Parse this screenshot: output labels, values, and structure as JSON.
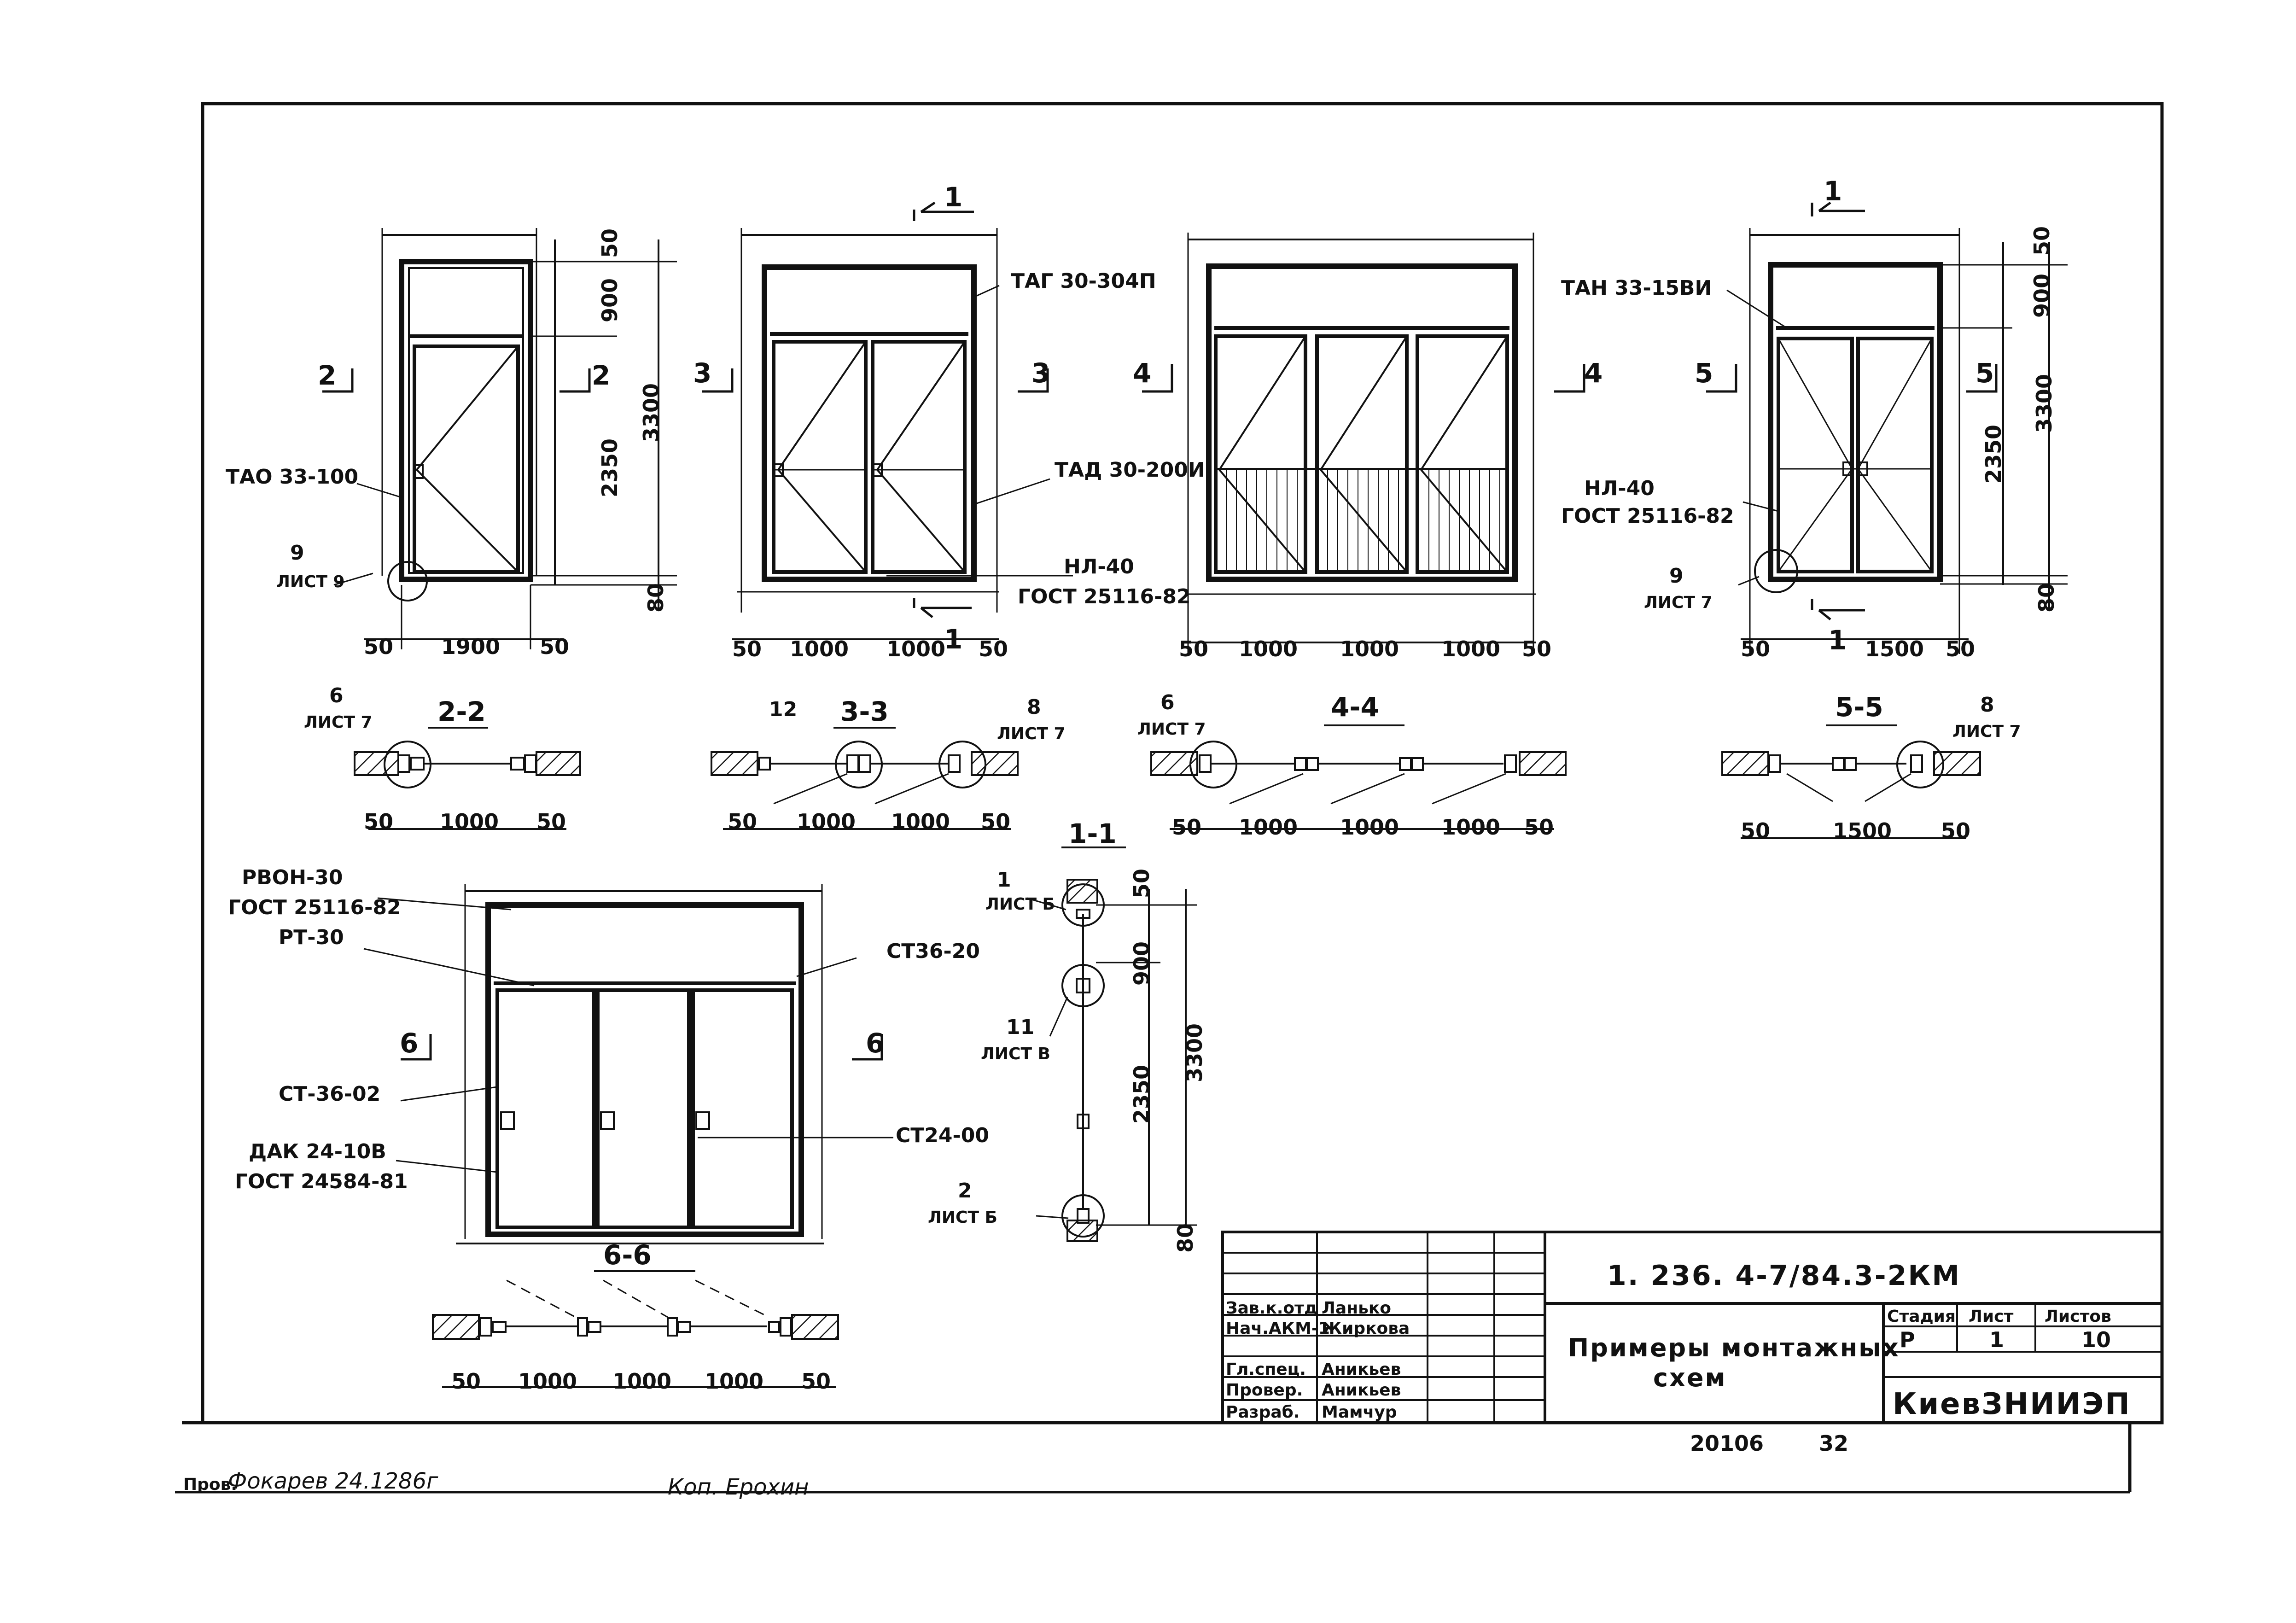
{
  "elevations": [
    {
      "id": "e1",
      "top_dims": [
        "50",
        "900",
        "2350",
        "3300",
        "80"
      ],
      "bottom_dims": [
        "50",
        "1900",
        "50"
      ],
      "section_marks": [
        "2",
        "2"
      ],
      "labels": [
        "ТАО 33-100"
      ],
      "callout": {
        "num": "9",
        "sheet": "ЛИСТ 9"
      }
    },
    {
      "id": "e2",
      "cut_mark": "1",
      "section_marks": [
        "3",
        "3"
      ],
      "bottom_dims": [
        "50",
        "1000",
        "1000",
        "50"
      ],
      "cut_mark_bottom": "1",
      "labels": [
        "ТАГ 30-304П",
        "ТАД 30-200И",
        "НЛ-40",
        "ГОСТ 25116-82"
      ]
    },
    {
      "id": "e3",
      "section_marks": [
        "4",
        "4"
      ],
      "bottom_dims": [
        "50",
        "1000",
        "1000",
        "1000",
        "50"
      ],
      "labels": [
        "ТАН 33-15ВИ"
      ]
    },
    {
      "id": "e4",
      "cut_mark": "1",
      "section_marks": [
        "5",
        "5"
      ],
      "top_dims": [
        "50",
        "900",
        "2350",
        "3300",
        "80"
      ],
      "bottom_dims": [
        "50",
        "1500",
        "50"
      ],
      "cut_mark_bottom": "1",
      "labels": [
        "НЛ-40",
        "ГОСТ 25116-82"
      ],
      "callout": {
        "num": "9",
        "sheet": "ЛИСТ 7"
      }
    }
  ],
  "sections": [
    {
      "title": "2-2",
      "callouts": [
        {
          "num": "6",
          "sheet": "ЛИСТ 7"
        }
      ],
      "dims": [
        "50",
        "1000",
        "50"
      ]
    },
    {
      "title": "3-3",
      "callouts": [
        {
          "num": "12",
          "sheet": ""
        },
        {
          "num": "8",
          "sheet": "ЛИСТ 7"
        }
      ],
      "dims": [
        "50",
        "1000",
        "1000",
        "50"
      ]
    },
    {
      "title": "4-4",
      "callouts": [
        {
          "num": "6",
          "sheet": "ЛИСТ 7"
        }
      ],
      "dims": [
        "50",
        "1000",
        "1000",
        "1000",
        "50"
      ]
    },
    {
      "title": "5-5",
      "callouts": [
        {
          "num": "8",
          "sheet": "ЛИСТ 7"
        }
      ],
      "dims": [
        "50",
        "1500",
        "50"
      ]
    }
  ],
  "section_1_1": {
    "title": "1-1",
    "callouts": [
      {
        "num": "1",
        "sheet": "ЛИСТ Б"
      },
      {
        "num": "11",
        "sheet": "ЛИСТ В"
      },
      {
        "num": "2",
        "sheet": "ЛИСТ Б"
      }
    ],
    "dims": [
      "50",
      "900",
      "2350",
      "3300",
      "80"
    ]
  },
  "elevation_6": {
    "section_mark": "6",
    "labels": {
      "rvon": "РВОН-30",
      "rvon_gost": "ГОСТ 25116-82",
      "rt": "РТ-30",
      "st36_20": "СТ36-20",
      "st36_02": "СТ-36-02",
      "dak": "ДАК 24-10В",
      "dak_gost": "ГОСТ 24584-81",
      "st24_00": "СТ24-00"
    },
    "section_title": "6-6",
    "dims": [
      "50",
      "1000",
      "1000",
      "1000",
      "50"
    ]
  },
  "stamp": {
    "code": "1. 236. 4-7/84.3-2КМ",
    "rows": [
      {
        "role": "Зав.к.отд",
        "name": "Ланько"
      },
      {
        "role": "Нач.АКМ-1",
        "name": "Жиркова"
      },
      {
        "role": "",
        "name": ""
      },
      {
        "role": "Гл.спец.",
        "name": "Аникьев"
      },
      {
        "role": "Провер.",
        "name": "Аникьев"
      },
      {
        "role": "Разраб.",
        "name": "Мамчур"
      }
    ],
    "title_line1": "Примеры монтажных",
    "title_line2": "схем",
    "stage_header": "Стадия",
    "sheet_header": "Лист",
    "sheets_header": "Листов",
    "stage": "Р",
    "sheet": "1",
    "sheets": "10",
    "org": "КиевЗНИИЭП"
  },
  "below_frame": {
    "number": "20106",
    "page": "32"
  },
  "footer": {
    "left_label": "Пров.",
    "left_signature": "Фокарев 24.1286г",
    "center": "Коп. Ерохин"
  }
}
